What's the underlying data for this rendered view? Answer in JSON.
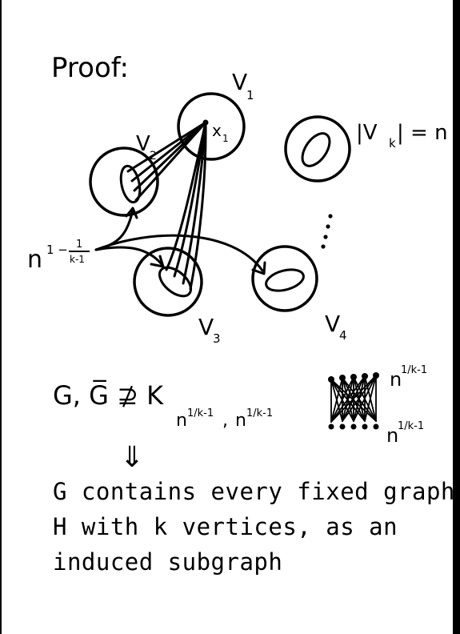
{
  "title": "Proof:",
  "labels": {
    "v1": "V",
    "v1_sub": "1",
    "v2": "V",
    "v2_sub": "2",
    "v3": "V",
    "v3_sub": "3",
    "v4": "V",
    "v4_sub": "4",
    "x1": "x",
    "x1_sub": "1",
    "vk_size_pre": "|V",
    "vk_size_sub": "k",
    "vk_size_post": "| = n",
    "n_base": "n",
    "n_exp_lead": "1 −",
    "n_exp_num": "1",
    "n_exp_den": "k-1",
    "ellipsis": "⋮"
  },
  "formula": {
    "lhs": "G, G̅ ⊉ K",
    "sub_base": "n",
    "sub_exp": "1/k-1",
    "sub_sep": ",",
    "sub_base2": "n",
    "sub_exp2": "1/k-1",
    "biclique_top_base": "n",
    "biclique_top_exp": "1/k-1",
    "biclique_bottom_base": "n",
    "biclique_bottom_exp": "1/k-1",
    "implies": "⇓"
  },
  "conclusion": {
    "line1": "G contains every fixed graph",
    "line2": "H with k vertices, as an",
    "line3": "induced subgraph"
  }
}
